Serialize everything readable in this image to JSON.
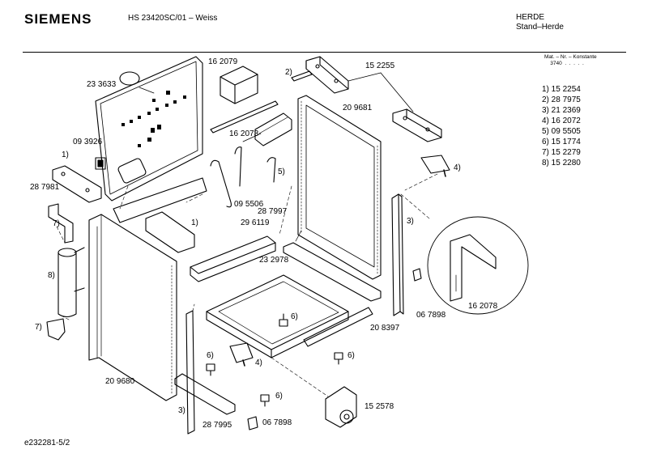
{
  "header": {
    "brand": "SIEMENS",
    "model": "HS 23420SC/01 – Weiss",
    "category_1": "HERDE",
    "category_2": "Stand–Herde"
  },
  "material_header": {
    "title": "Mat. – Nr. – Konstante",
    "value": "3740"
  },
  "legend": [
    "1) 15 2254",
    "2) 28 7975",
    "3) 21 2369",
    "4) 16 2072",
    "5) 09 5505",
    "6) 15 1774",
    "7) 15 2279",
    "8) 15 2280"
  ],
  "labels": {
    "l_162079": "16 2079",
    "l_233633": "23 3633",
    "l_2a": "2)",
    "l_152255": "15 2255",
    "l_209681": "20 9681",
    "l_162073": "16 2073",
    "l_093926": "09 3926",
    "l_1a": "1)",
    "l_5": "5)",
    "l_4a": "4)",
    "l_287981": "28 7981",
    "l_095506": "09 5506",
    "l_7a": "7)",
    "l_287997": "28 7997",
    "l_1b": "1)",
    "l_296119": "29 6119",
    "l_3a": "3)",
    "l_8": "8)",
    "l_232978": "23 2978",
    "l_067898a": "06 7898",
    "l_162078": "16 2078",
    "l_6a": "6)",
    "l_7b": "7)",
    "l_208397": "20 8397",
    "l_6b": "6)",
    "l_4b": "4)",
    "l_6c": "6)",
    "l_209680": "20 9680",
    "l_6d": "6)",
    "l_152578": "15 2578",
    "l_3b": "3)",
    "l_287995": "28 7995",
    "l_067898b": "06 7898"
  },
  "footer": "e232281-5/2"
}
